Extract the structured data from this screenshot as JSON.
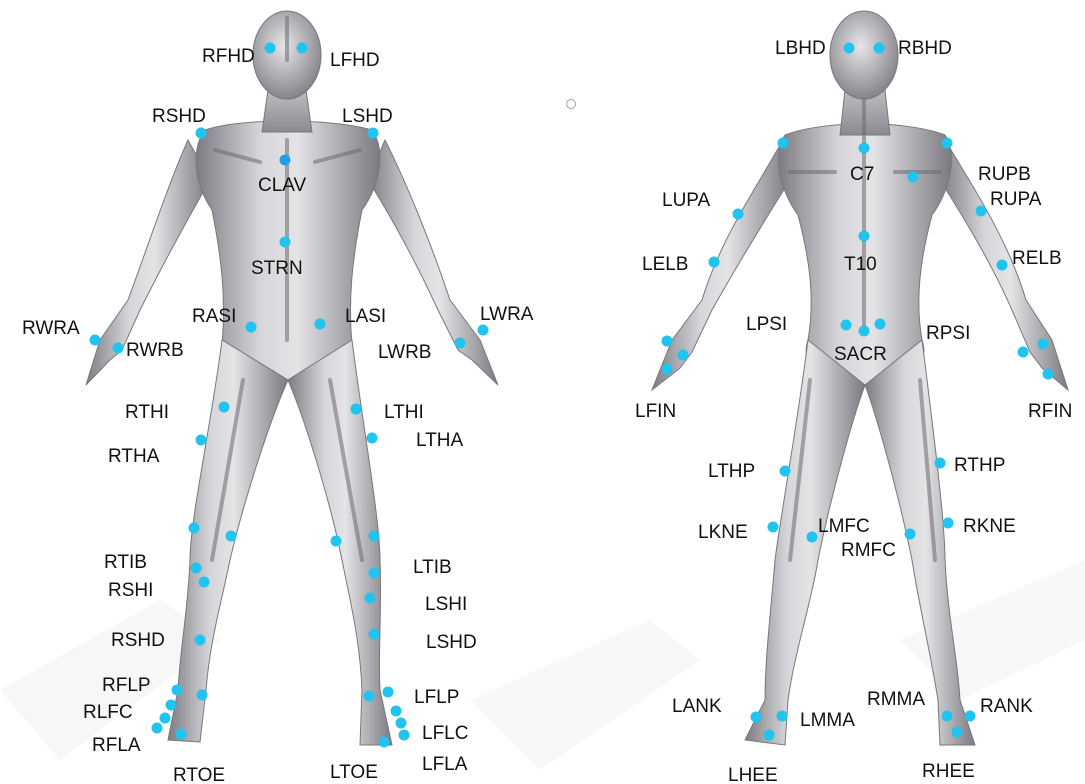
{
  "colors": {
    "marker": "#1fc4f0",
    "marker_dark": "#1e9fe6",
    "label": "#111111",
    "body_light": "#d9d9dc",
    "body_mid": "#a8a8ad",
    "body_dark": "#6f6f75",
    "shadow": "#ececec"
  },
  "front_view": {
    "labels": {
      "rfhd": "RFHD",
      "lfhd": "LFHD",
      "rshd_shoulder": "RSHD",
      "lshd": "LSHD",
      "clav": "CLAV",
      "strn": "STRN",
      "rasi": "RASI",
      "lasi": "LASI",
      "rwra": "RWRA",
      "rwrb": "RWRB",
      "lwra": "LWRA",
      "lwrb": "LWRB",
      "rthi": "RTHI",
      "rtha": "RTHA",
      "lthi": "LTHI",
      "ltha": "LTHA",
      "rtib": "RTIB",
      "rshi": "RSHI",
      "rshd_shank": "RSHD",
      "ltib": "LTIB",
      "lshi": "LSHI",
      "lshd_shank": "LSHD",
      "rflp": "RFLP",
      "rlfc": "RLFC",
      "rfla": "RFLA",
      "rtoe": "RTOE",
      "lflp": "LFLP",
      "lflc": "LFLC",
      "lfla": "LFLA",
      "ltoe": "LTOE"
    }
  },
  "back_view": {
    "labels": {
      "lbhd": "LBHD",
      "rbhd": "RBHD",
      "c7": "C7",
      "rupb": "RUPB",
      "rupa": "RUPA",
      "lupa": "LUPA",
      "lelb": "LELB",
      "relb": "RELB",
      "t10": "T10",
      "lpsi": "LPSI",
      "rpsi": "RPSI",
      "sacr": "SACR",
      "lfin": "LFIN",
      "rfin": "RFIN",
      "lthp": "LTHP",
      "rthp": "RTHP",
      "lkne": "LKNE",
      "lmfc": "LMFC",
      "rmfc": "RMFC",
      "rkne": "RKNE",
      "lank": "LANK",
      "lmma": "LMMA",
      "rmma": "RMMA",
      "rank": "RANK",
      "lhee": "LHEE",
      "rhee": "RHEE"
    }
  }
}
